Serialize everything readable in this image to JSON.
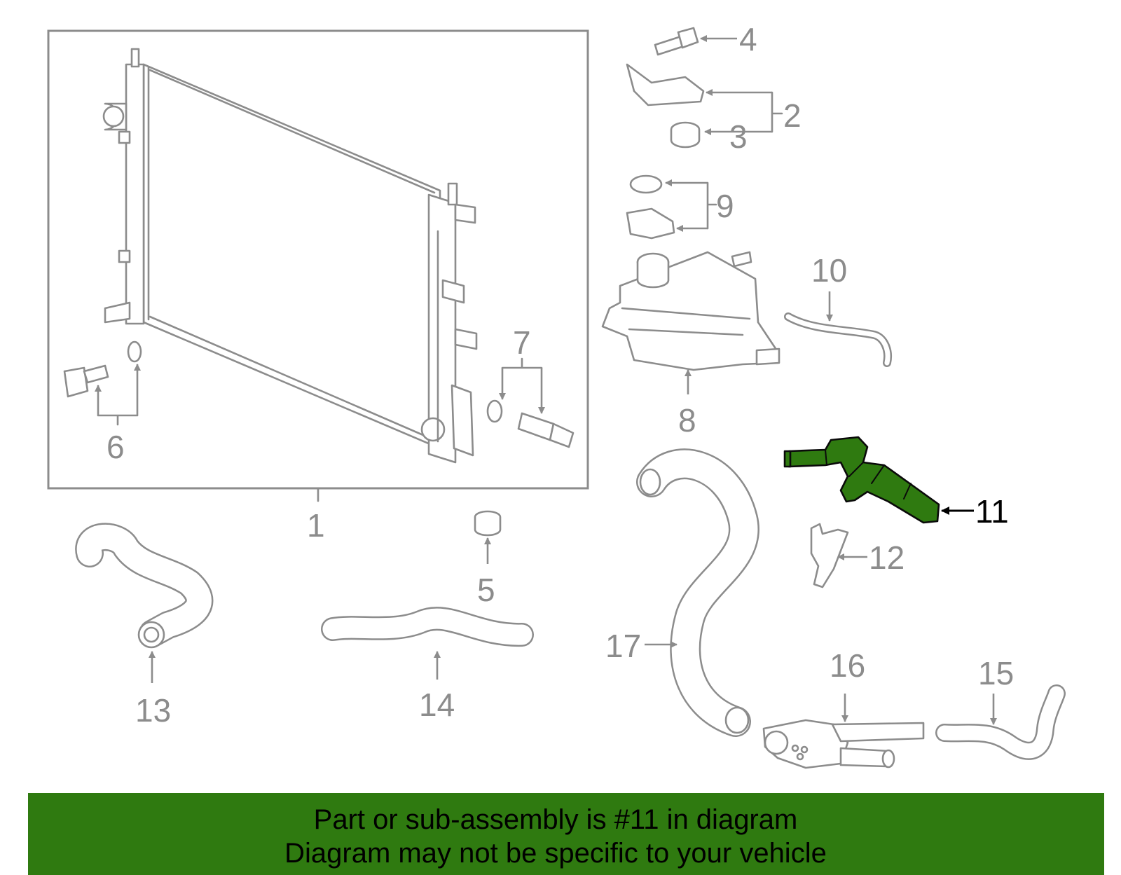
{
  "callouts": {
    "c1": "1",
    "c2": "2",
    "c3": "3",
    "c4": "4",
    "c5": "5",
    "c6": "6",
    "c7": "7",
    "c8": "8",
    "c9": "9",
    "c10": "10",
    "c11": "11",
    "c12": "12",
    "c13": "13",
    "c14": "14",
    "c15": "15",
    "c16": "16",
    "c17": "17"
  },
  "highlight": {
    "part_number": "11",
    "color": "#2f7a10"
  },
  "banner": {
    "line1": "Part or sub-assembly is #11 in diagram",
    "line2": "Diagram may not be specific to your vehicle",
    "background": "#2f7a10"
  }
}
